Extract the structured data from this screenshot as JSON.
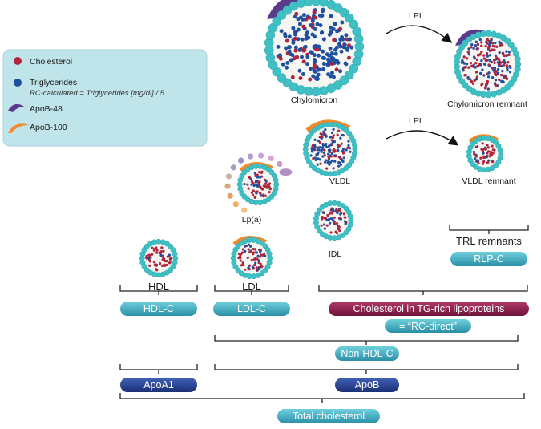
{
  "legend": {
    "items": [
      {
        "label": "Cholesterol",
        "color": "#b3243a",
        "icon": "red-dot-icon"
      },
      {
        "label": "Triglycerides",
        "color": "#1e4fa0",
        "icon": "blue-dot-icon",
        "note": "RC-calculated = Triglycerides [mg/dl] / 5"
      },
      {
        "label": "ApoB-48",
        "color": "#5b3a8c",
        "icon": "purple-cap-icon"
      },
      {
        "label": "ApoB-100",
        "color": "#f08a2c",
        "icon": "orange-cap-icon"
      }
    ]
  },
  "particles": {
    "chylomicron": "Chylomicron",
    "chylomicron_remnant": "Chylomicron remnant",
    "vldl": "VLDL",
    "vldl_remnant": "VLDL remnant",
    "lpa": "Lp(a)",
    "idl": "IDL",
    "hdl": "HDL",
    "ldl": "LDL",
    "trl_remnants": "TRL remnants"
  },
  "arrows": {
    "lpl_top": "LPL",
    "lpl_mid": "LPL"
  },
  "pills": {
    "rlp_c": "RLP-C",
    "hdl_c": "HDL-C",
    "ldl_c": "LDL-C",
    "tg_rich": "Cholesterol in TG-rich lipoproteins",
    "rc_direct": "= “RC-direct”",
    "non_hdl_c": "Non-HDL-C",
    "apoa1": "ApoA1",
    "apob": "ApoB",
    "total_chol": "Total cholesterol"
  },
  "colors": {
    "shell": "#3fc0c4",
    "shell_dark": "#2ea3a8",
    "cholesterol": "#b3243a",
    "triglyceride": "#1e4fa0",
    "apob48": "#5b3a8c",
    "apob100": "#f08a2c",
    "pill_teal": "#2e9fb0",
    "pill_navy": "#233f8e",
    "pill_maroon": "#8c1c4a",
    "legend_bg": "#bfe4ea"
  }
}
